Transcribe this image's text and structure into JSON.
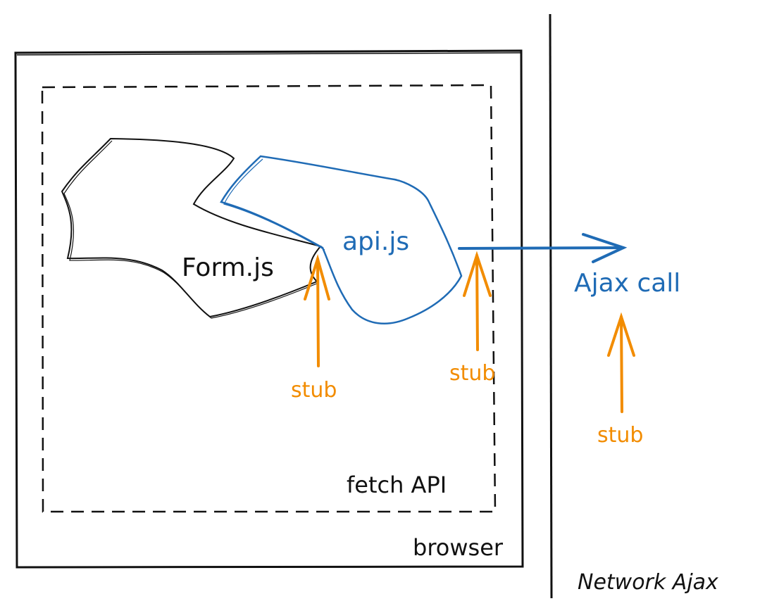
{
  "diagram": {
    "labels": {
      "form": "Form.js",
      "api": "api.js",
      "fetch": "fetch API",
      "browser": "browser",
      "ajax_call": "Ajax call",
      "network": "Network Ajax",
      "stub": "stub"
    },
    "colors": {
      "ink": "#111111",
      "blue": "#1f6bb5",
      "orange": "#f28c00"
    }
  }
}
